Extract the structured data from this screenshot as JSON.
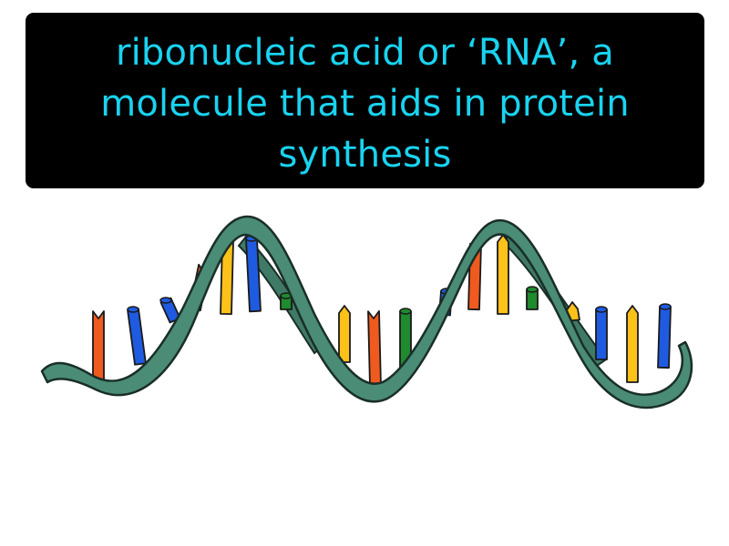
{
  "definition": {
    "text": "ribonucleic acid or ‘RNA’, a molecule that aids in protein synthesis",
    "text_color": "#19d3f0",
    "background_color": "#000000"
  },
  "illustration": {
    "subject": "rna-strand",
    "backbone_color": "#4a8c76",
    "base_colors": {
      "orange": "#f05a1e",
      "blue": "#1f5be0",
      "yellow": "#fcc21a",
      "green": "#1f8a2e"
    },
    "base_sequence": [
      "orange",
      "blue",
      "blue",
      "orange",
      "yellow",
      "blue",
      "green",
      "yellow",
      "orange",
      "green",
      "blue",
      "orange",
      "yellow",
      "green",
      "yellow",
      "blue",
      "yellow",
      "blue"
    ]
  }
}
